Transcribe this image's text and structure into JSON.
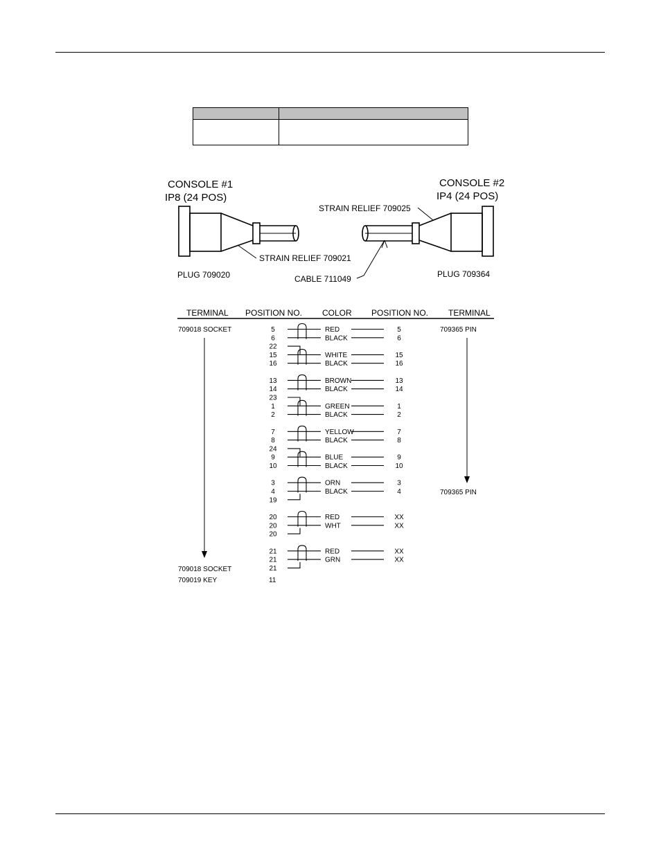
{
  "spec_table": {
    "header": [
      "",
      ""
    ],
    "rows": [
      [
        "",
        ""
      ]
    ]
  },
  "diagram": {
    "console1": {
      "title": "CONSOLE #1",
      "subtitle": "IP8 (24 POS)",
      "plug": "PLUG 709020",
      "strain_relief": "STRAIN RELIEF 709021"
    },
    "console2": {
      "title": "CONSOLE #2",
      "subtitle": "IP4 (24 POS)",
      "plug": "PLUG 709364",
      "strain_relief": "STRAIN RELIEF 709025"
    },
    "cable": "CABLE 711049"
  },
  "wiring": {
    "headers": {
      "terminal_left": "TERMINAL",
      "position_left": "POSITION NO.",
      "color": "COLOR",
      "position_right": "POSITION NO.",
      "terminal_right": "TERMINAL"
    },
    "left_terminal_top": "709018 SOCKET",
    "left_terminal_bottom": "709018 SOCKET",
    "key": {
      "terminal": "709019 KEY",
      "position": "11"
    },
    "right_terminal_top": "709365 PIN",
    "right_terminal_bottom": "709365 PIN",
    "groups": [
      {
        "pair": [
          {
            "pos": "5",
            "color": "RED",
            "rpos": "5"
          },
          {
            "pos": "6",
            "color": "BLACK",
            "rpos": "6"
          }
        ],
        "drain": "22",
        "drain_dir": "down"
      },
      {
        "pair": [
          {
            "pos": "15",
            "color": "WHITE",
            "rpos": "15"
          },
          {
            "pos": "16",
            "color": "BLACK",
            "rpos": "16"
          }
        ],
        "drain": null
      },
      {
        "pair": [
          {
            "pos": "13",
            "color": "BROWN",
            "rpos": "13"
          },
          {
            "pos": "14",
            "color": "BLACK",
            "rpos": "14"
          }
        ],
        "drain": "23",
        "drain_dir": "down"
      },
      {
        "pair": [
          {
            "pos": "1",
            "color": "GREEN",
            "rpos": "1"
          },
          {
            "pos": "2",
            "color": "BLACK",
            "rpos": "2"
          }
        ],
        "drain": null
      },
      {
        "pair": [
          {
            "pos": "7",
            "color": "YELLOW",
            "rpos": "7"
          },
          {
            "pos": "8",
            "color": "BLACK",
            "rpos": "8"
          }
        ],
        "drain": "24",
        "drain_dir": "down"
      },
      {
        "pair": [
          {
            "pos": "9",
            "color": "BLUE",
            "rpos": "9"
          },
          {
            "pos": "10",
            "color": "BLACK",
            "rpos": "10"
          }
        ],
        "drain": null
      },
      {
        "pair": [
          {
            "pos": "3",
            "color": "ORN",
            "rpos": "3"
          },
          {
            "pos": "4",
            "color": "BLACK",
            "rpos": "4"
          }
        ],
        "drain": "19",
        "drain_dir": "up"
      },
      {
        "pair": [
          {
            "pos": "20",
            "color": "RED",
            "rpos": "XX"
          },
          {
            "pos": "20",
            "color": "WHT",
            "rpos": "XX"
          }
        ],
        "drain": "20",
        "drain_dir": "up"
      },
      {
        "pair": [
          {
            "pos": "21",
            "color": "RED",
            "rpos": "XX"
          },
          {
            "pos": "21",
            "color": "GRN",
            "rpos": "XX"
          }
        ],
        "drain": "21",
        "drain_dir": "up"
      }
    ]
  }
}
